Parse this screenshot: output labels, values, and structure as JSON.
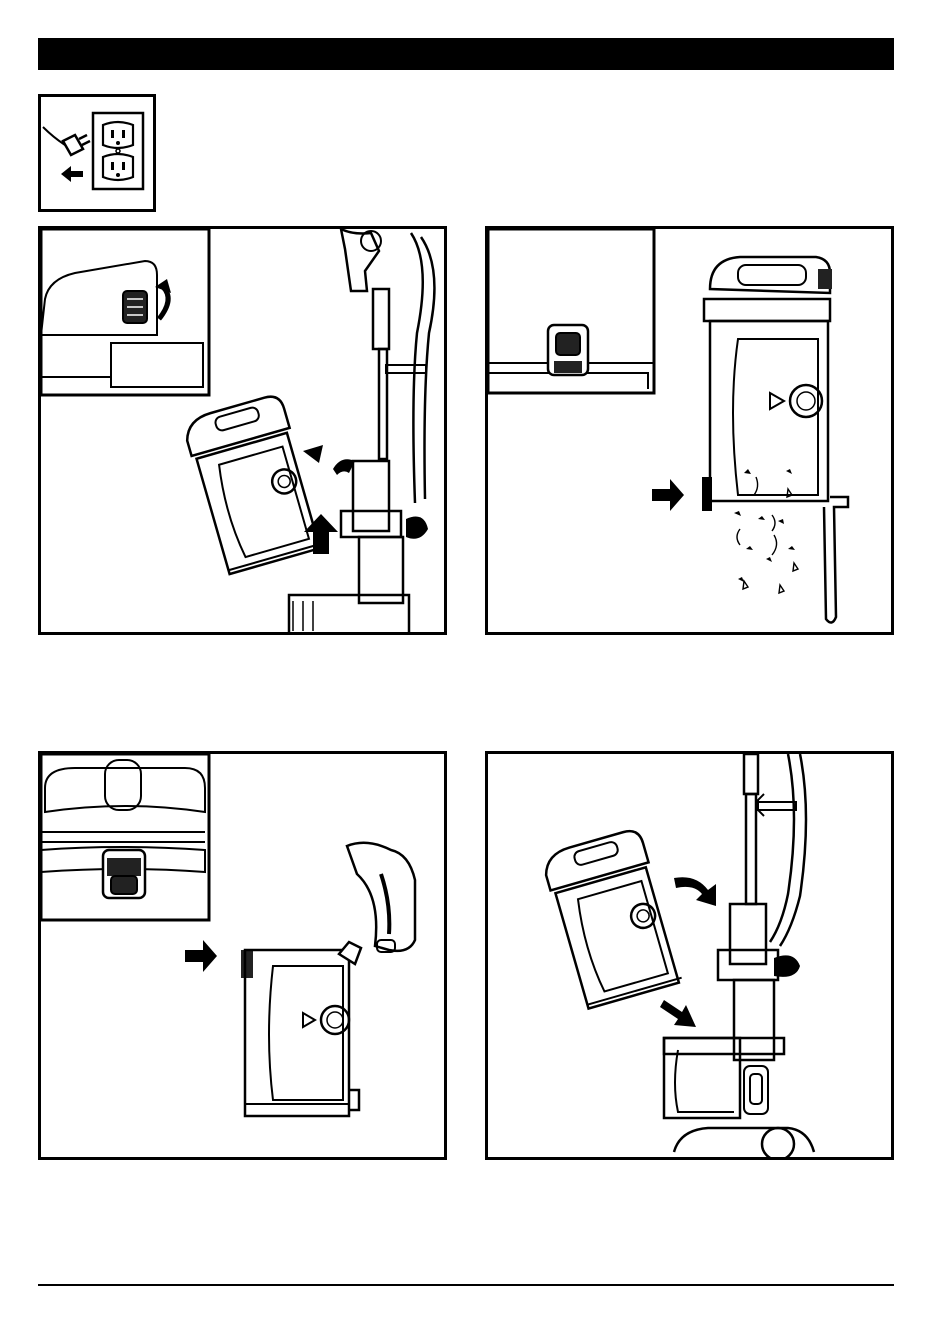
{
  "colors": {
    "ink": "#000000",
    "paper": "#ffffff",
    "dark_gray": "#222222"
  },
  "icons": {
    "unplug": "unplug-from-outlet-icon",
    "arrow": "arrow-icon"
  },
  "steps": [
    {
      "illustration": "remove-dust-cup-from-vacuum"
    },
    {
      "illustration": "press-release-empty-dust-cup"
    },
    {
      "illustration": "close-bottom-door"
    },
    {
      "illustration": "reinstall-dust-cup"
    }
  ]
}
